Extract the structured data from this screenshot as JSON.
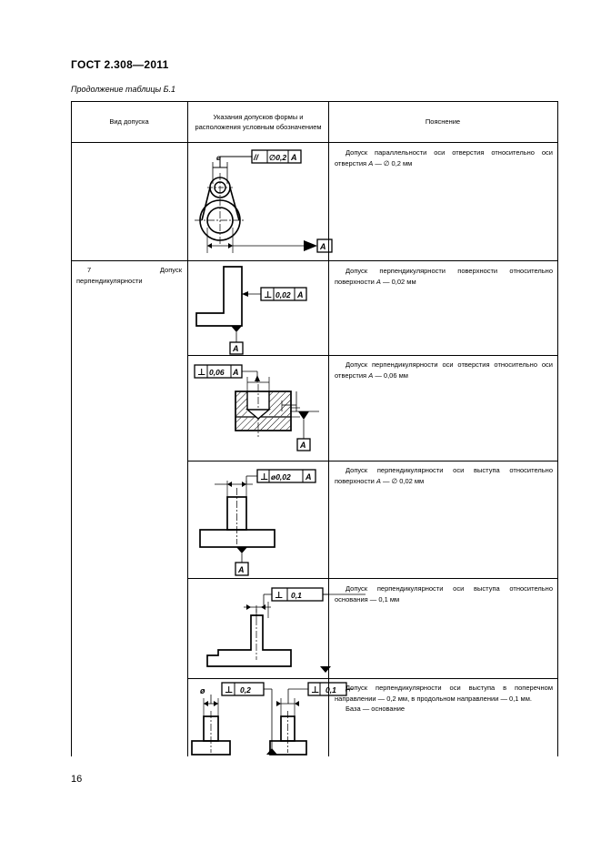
{
  "header": {
    "standard": "ГОСТ 2.308—2011",
    "caption": "Продолжение таблицы Б.1"
  },
  "table": {
    "columns": [
      "Вид допуска",
      "Указания допусков формы и расположения условным обозначением",
      "Пояснение"
    ],
    "rows": [
      {
        "kind": "",
        "explanation": {
          "before": "Допуск параллельности оси отверстия относительно оси отверстия ",
          "datum": "A",
          "after": " — ∅ 0,2 мм",
          "extra": ""
        },
        "frame": {
          "symbol": "//",
          "value": "∅0,2",
          "datum": "A"
        },
        "labels": {
          "dia": "ø",
          "datum": "A"
        }
      },
      {
        "kind": "7 Допуск перпендикулярности",
        "explanation": {
          "before": "Допуск перпендикулярности поверхности относительно поверхности ",
          "datum": "A",
          "after": " — 0,02 мм",
          "extra": ""
        },
        "frame": {
          "symbol": "⊥",
          "value": "0,02",
          "datum": "A"
        },
        "labels": {
          "datum": "A"
        }
      },
      {
        "kind": "",
        "explanation": {
          "before": "Допуск перпендикулярности оси отверстия относительно оси отверстия ",
          "datum": "A",
          "after": " — 0,06 мм",
          "extra": ""
        },
        "frame": {
          "symbol": "⊥",
          "value": "0,06",
          "datum": "A"
        },
        "labels": {
          "datum": "A"
        }
      },
      {
        "kind": "",
        "explanation": {
          "before": "Допуск перпендикулярности оси выступа относительно поверхности ",
          "datum": "A",
          "after": " — ∅ 0,02  мм",
          "extra": ""
        },
        "frame": {
          "symbol": "⊥",
          "value": "ø0,02",
          "datum": "A"
        },
        "labels": {
          "datum": "A"
        }
      },
      {
        "kind": "",
        "explanation": {
          "before": "Допуск перпендикулярности оси выступа относительно основания — 0,1 мм",
          "datum": "",
          "after": "",
          "extra": ""
        },
        "frame": {
          "symbol": "⊥",
          "value": "0,1"
        },
        "labels": {}
      },
      {
        "kind": "",
        "explanation": {
          "before": "Допуск перпендикулярности оси выступа в поперечном направлении — 0,2 мм, в продольном направлении — 0,1 мм.",
          "datum": "",
          "after": "",
          "extra": "База — основание"
        },
        "frame": {
          "symbol": "⊥",
          "value": "0,2"
        },
        "frame2": {
          "symbol": "⊥",
          "value": "0,1"
        },
        "labels": {
          "dia": "ø"
        }
      }
    ]
  },
  "footer": {
    "page_number": "16"
  }
}
